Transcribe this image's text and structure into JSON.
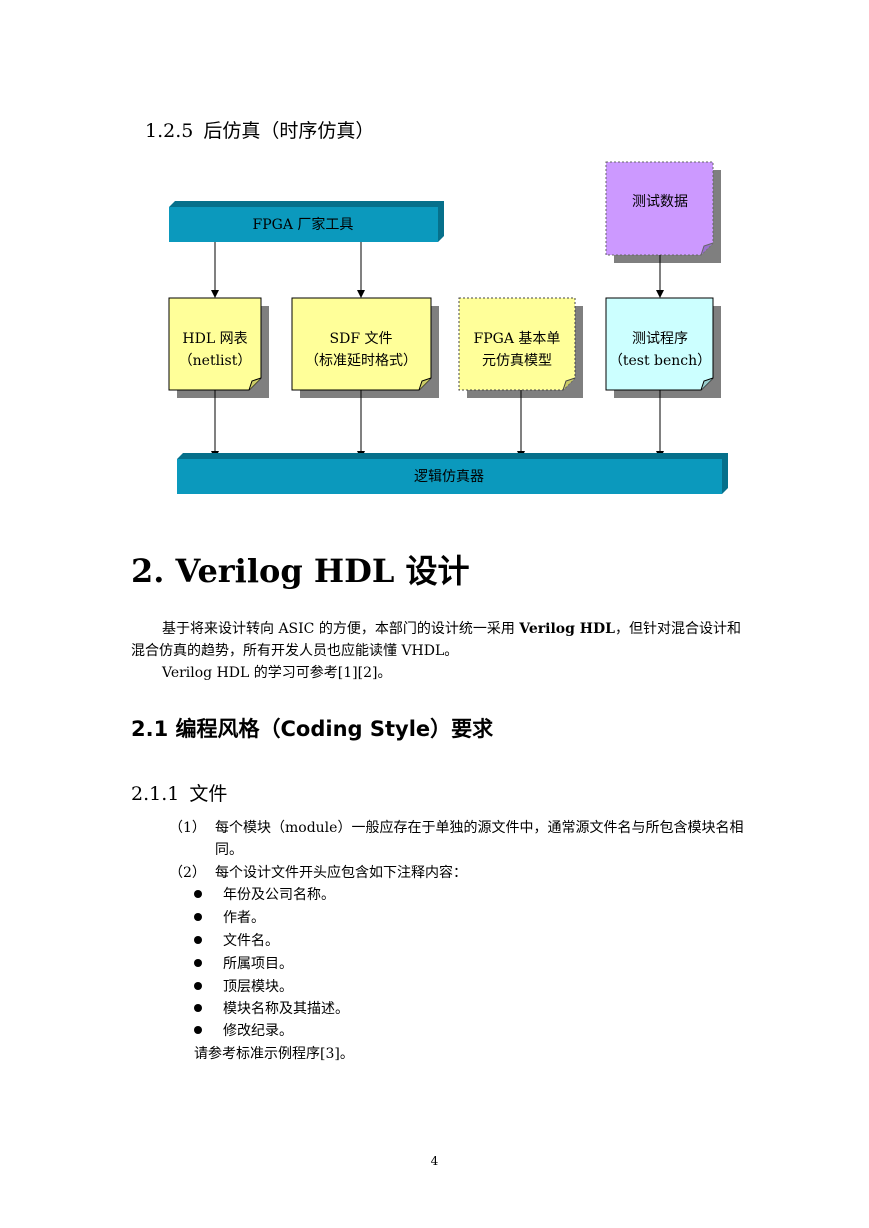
{
  "section_125": {
    "number": "1.2.5",
    "title": "后仿真（时序仿真）"
  },
  "diagram": {
    "fpga_tools": "FPGA 厂家工具",
    "test_data": "测试数据",
    "boxes": [
      {
        "line1": "HDL 网表",
        "line2": "（netlist）"
      },
      {
        "line1": "SDF 文件",
        "line2": "（标准延时格式）"
      },
      {
        "line1": "FPGA 基本单",
        "line2": "元仿真模型"
      },
      {
        "line1": "测试程序",
        "line2": "（test bench）"
      }
    ],
    "simulator": "逻辑仿真器",
    "colors": {
      "teal": "#0b99bd",
      "yellow": "#ffff99",
      "purple": "#cc99ff",
      "cyan": "#ccffff",
      "shadow": "#7f7f7f"
    }
  },
  "section_2": {
    "title": "2. Verilog HDL 设计"
  },
  "para1": {
    "a": "基于将来设计转向 ASIC 的方便，本部门的设计统一采用 ",
    "b": "Verilog HDL",
    "c": "，但针对混合设计和混合仿真的趋势，所有开发人员也应能读懂 VHDL。"
  },
  "para2": "Verilog HDL 的学习可参考[1][2]。",
  "section_21": {
    "title": "2.1  编程风格（Coding Style）要求"
  },
  "section_211": {
    "number": "2.1.1",
    "title": "文件"
  },
  "items": [
    {
      "label": "（1）",
      "text": "每个模块（module）一般应存在于单独的源文件中，通常源文件名与所包含模块名相同。"
    },
    {
      "label": "（2）",
      "text": "每个设计文件开头应包含如下注释内容："
    }
  ],
  "bullets": [
    "年份及公司名称。",
    "作者。",
    "文件名。",
    "所属项目。",
    "顶层模块。",
    "模块名称及其描述。",
    "修改纪录。"
  ],
  "reference": "请参考标准示例程序[3]。",
  "page_number": "4"
}
